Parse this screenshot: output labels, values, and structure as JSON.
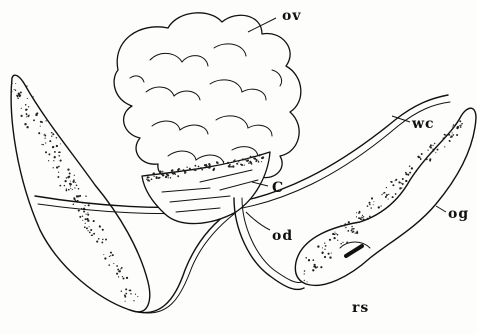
{
  "figure": {
    "labels": {
      "ov": "ov",
      "wc": "wc",
      "c": "C",
      "od": "od",
      "og": "og",
      "rs": "rs"
    }
  }
}
